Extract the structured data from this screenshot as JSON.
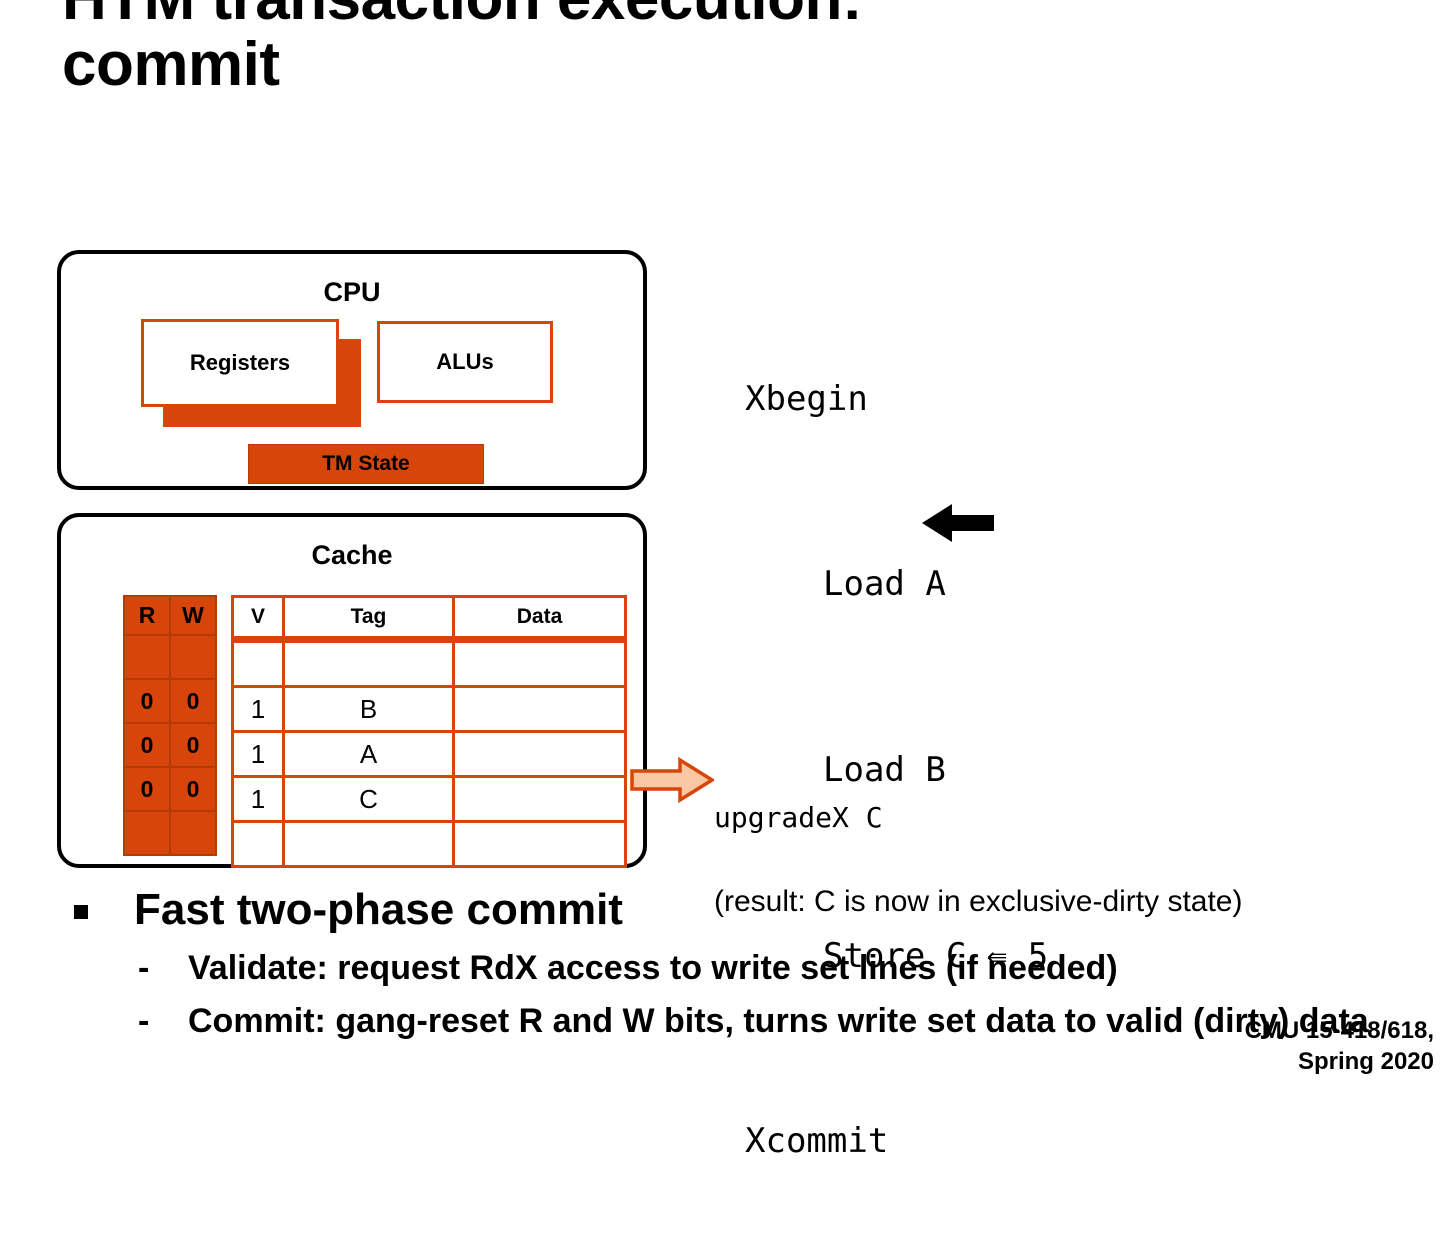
{
  "slide": {
    "title": "HTM transaction execution:\ncommit"
  },
  "cpu": {
    "heading": "CPU",
    "registers_label": "Registers",
    "alus_label": "ALUs",
    "tm_state_label": "TM State"
  },
  "cache": {
    "heading": "Cache",
    "rw_headers": [
      "R",
      "W"
    ],
    "rw_rows": [
      [
        "",
        ""
      ],
      [
        "0",
        "0"
      ],
      [
        "0",
        "0"
      ],
      [
        "0",
        "0"
      ],
      [
        "",
        ""
      ]
    ],
    "columns": [
      "V",
      "Tag",
      "Data"
    ],
    "rows": [
      {
        "v": "",
        "tag": "",
        "data": ""
      },
      {
        "v": "1",
        "tag": "B",
        "data": ""
      },
      {
        "v": "1",
        "tag": "A",
        "data": ""
      },
      {
        "v": "1",
        "tag": "C",
        "data": ""
      },
      {
        "v": "",
        "tag": "",
        "data": ""
      }
    ]
  },
  "code": {
    "lines": [
      {
        "text": "Xbegin",
        "indented": false
      },
      {
        "text": "Load A",
        "indented": true
      },
      {
        "text": "Load B",
        "indented": true
      },
      {
        "text": "Store C ⇚ 5",
        "indented": true
      },
      {
        "text": "Xcommit",
        "indented": false
      }
    ]
  },
  "annotation": {
    "upgrade_command": "upgradeX  C",
    "upgrade_result": "(result: C is now in exclusive-dirty state)"
  },
  "bullets": {
    "main": "Fast two-phase commit",
    "sub": [
      "Validate: request RdX access to write set lines (if needed)",
      "Commit: gang-reset R and W bits, turns write set data to valid (dirty) data",
      ""
    ],
    "dash": "-"
  },
  "footer": {
    "text": "CMU 15-418/618,\nSpring 2020"
  },
  "colors": {
    "orange": "#D8450A",
    "orange_dark": "#B33C06",
    "salmon": "#F8C7A3",
    "black": "#000000",
    "white": "#FFFFFF"
  }
}
